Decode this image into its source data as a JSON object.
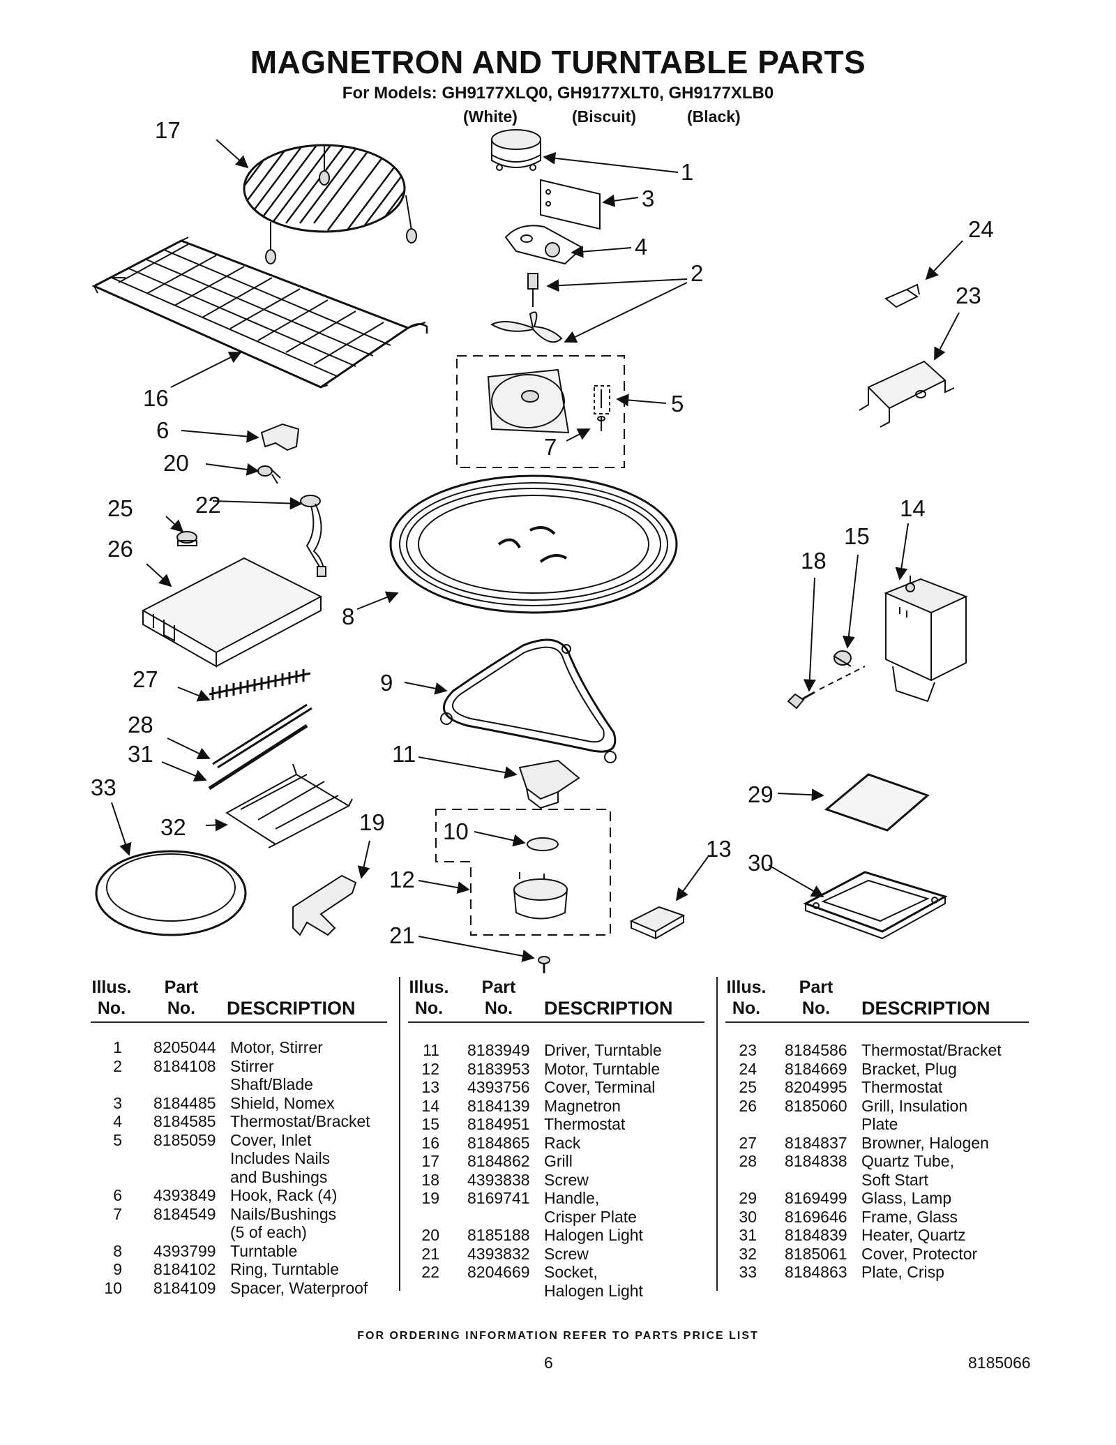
{
  "header": {
    "title": "MAGNETRON AND TURNTABLE PARTS",
    "models": "For Models: GH9177XLQ0, GH9177XLT0, GH9177XLB0",
    "colors": [
      "(White)",
      "(Biscuit)",
      "(Black)"
    ]
  },
  "callouts": [
    "1",
    "2",
    "3",
    "4",
    "5",
    "6",
    "7",
    "8",
    "9",
    "10",
    "11",
    "12",
    "13",
    "14",
    "15",
    "16",
    "17",
    "18",
    "19",
    "20",
    "21",
    "22",
    "23",
    "24",
    "25",
    "26",
    "27",
    "28",
    "29",
    "30",
    "31",
    "32",
    "33"
  ],
  "table_headers": {
    "illus_1": "Illus.",
    "illus_2": "No.",
    "part_1": "Part",
    "part_2": "No.",
    "description": "DESCRIPTION"
  },
  "parts": [
    [
      {
        "no": "1",
        "part": "8205044",
        "desc": [
          "Motor, Stirrer"
        ]
      },
      {
        "no": "2",
        "part": "8184108",
        "desc": [
          "Stirrer",
          "Shaft/Blade"
        ]
      },
      {
        "no": "3",
        "part": "8184485",
        "desc": [
          "Shield, Nomex"
        ]
      },
      {
        "no": "4",
        "part": "8184585",
        "desc": [
          "Thermostat/Bracket"
        ]
      },
      {
        "no": "5",
        "part": "8185059",
        "desc": [
          "Cover, Inlet",
          "Includes Nails",
          "and Bushings"
        ]
      },
      {
        "no": "6",
        "part": "4393849",
        "desc": [
          "Hook, Rack (4)"
        ]
      },
      {
        "no": "7",
        "part": "8184549",
        "desc": [
          "Nails/Bushings",
          "(5 of each)"
        ]
      },
      {
        "no": "8",
        "part": "4393799",
        "desc": [
          "Turntable"
        ]
      },
      {
        "no": "9",
        "part": "8184102",
        "desc": [
          "Ring, Turntable"
        ]
      },
      {
        "no": "10",
        "part": "8184109",
        "desc": [
          "Spacer, Waterproof"
        ]
      }
    ],
    [
      {
        "no": "11",
        "part": "8183949",
        "desc": [
          "Driver, Turntable"
        ]
      },
      {
        "no": "12",
        "part": "8183953",
        "desc": [
          "Motor, Turntable"
        ]
      },
      {
        "no": "13",
        "part": "4393756",
        "desc": [
          "Cover, Terminal"
        ]
      },
      {
        "no": "14",
        "part": "8184139",
        "desc": [
          "Magnetron"
        ]
      },
      {
        "no": "15",
        "part": "8184951",
        "desc": [
          "Thermostat"
        ]
      },
      {
        "no": "16",
        "part": "8184865",
        "desc": [
          "Rack"
        ]
      },
      {
        "no": "17",
        "part": "8184862",
        "desc": [
          "Grill"
        ]
      },
      {
        "no": "18",
        "part": "4393838",
        "desc": [
          "Screw"
        ]
      },
      {
        "no": "19",
        "part": "8169741",
        "desc": [
          "Handle,",
          "Crisper Plate"
        ]
      },
      {
        "no": "20",
        "part": "8185188",
        "desc": [
          "Halogen Light"
        ]
      },
      {
        "no": "21",
        "part": "4393832",
        "desc": [
          "Screw"
        ]
      },
      {
        "no": "22",
        "part": "8204669",
        "desc": [
          "Socket,",
          "Halogen Light"
        ]
      }
    ],
    [
      {
        "no": "23",
        "part": "8184586",
        "desc": [
          "Thermostat/Bracket"
        ]
      },
      {
        "no": "24",
        "part": "8184669",
        "desc": [
          "Bracket, Plug"
        ]
      },
      {
        "no": "25",
        "part": "8204995",
        "desc": [
          "Thermostat"
        ]
      },
      {
        "no": "26",
        "part": "8185060",
        "desc": [
          "Grill, Insulation",
          "Plate"
        ]
      },
      {
        "no": "27",
        "part": "8184837",
        "desc": [
          "Browner, Halogen"
        ]
      },
      {
        "no": "28",
        "part": "8184838",
        "desc": [
          "Quartz Tube,",
          "Soft Start"
        ]
      },
      {
        "no": "29",
        "part": "8169499",
        "desc": [
          "Glass, Lamp"
        ]
      },
      {
        "no": "30",
        "part": "8169646",
        "desc": [
          "Frame, Glass"
        ]
      },
      {
        "no": "31",
        "part": "8184839",
        "desc": [
          "Heater, Quartz"
        ]
      },
      {
        "no": "32",
        "part": "8185061",
        "desc": [
          "Cover, Protector"
        ]
      },
      {
        "no": "33",
        "part": "8184863",
        "desc": [
          "Plate, Crisp"
        ]
      }
    ]
  ],
  "footer": {
    "note": "FOR ORDERING INFORMATION REFER TO PARTS PRICE LIST",
    "page": "6",
    "doc_number": "8185066"
  }
}
